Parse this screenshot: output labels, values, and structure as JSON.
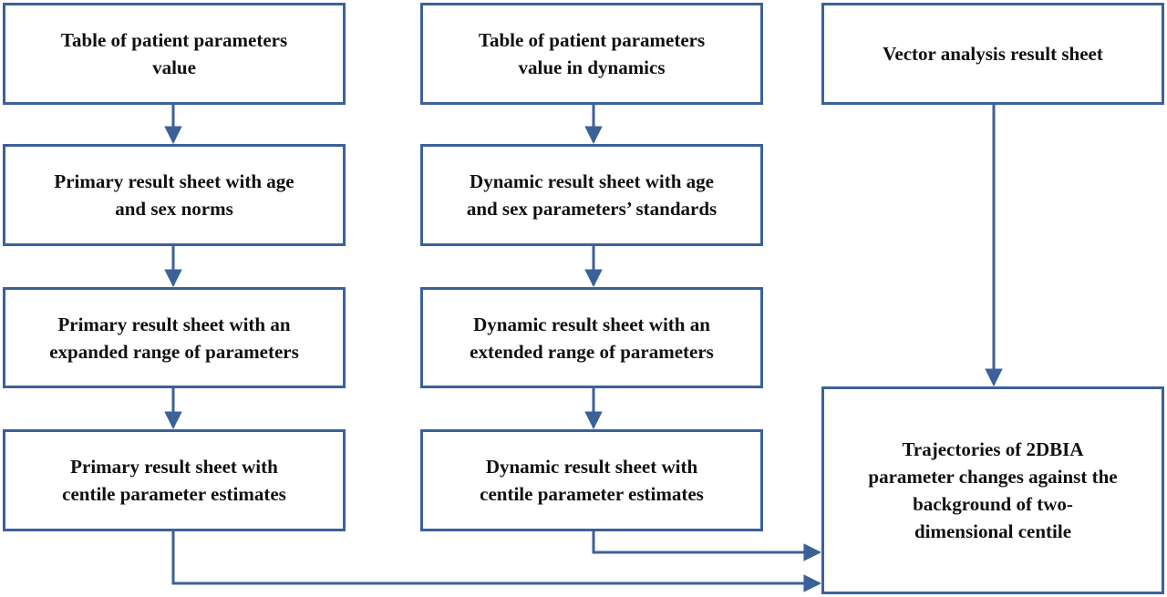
{
  "colors": {
    "stroke": "#3b6199",
    "text": "#111111",
    "background": "#ffffff"
  },
  "nodes": {
    "patient_table": "Table of patient parameters\nvalue",
    "dynamics_table": "Table of patient parameters\nvalue in dynamics",
    "vector_sheet": "Vector analysis result sheet",
    "primary_norms": "Primary result sheet with age\nand sex norms",
    "dynamic_standards": "Dynamic result sheet with age\nand sex parameters’ standards",
    "primary_expanded": "Primary result sheet with an\nexpanded range of parameters",
    "dynamic_extended": "Dynamic result sheet with an\nextended range of parameters",
    "primary_centile": "Primary result sheet with\ncentile parameter estimates",
    "dynamic_centile": "Dynamic result sheet with\ncentile parameter estimates",
    "trajectories": "Trajectories of 2DBIA\nparameter changes against the\nbackground of two-\ndimensional centile"
  }
}
